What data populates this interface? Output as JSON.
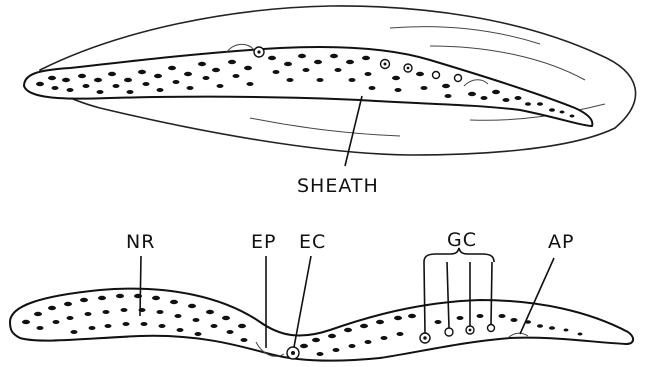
{
  "labels": {
    "sheath": "SHEATH",
    "nerve_ring": "NR",
    "excretory_pore": "EP",
    "excretory_cell": "EC",
    "genital_cells": "GC",
    "anal_pore": "AP"
  },
  "colors": {
    "ink": "#111111",
    "background": "#ffffff"
  }
}
